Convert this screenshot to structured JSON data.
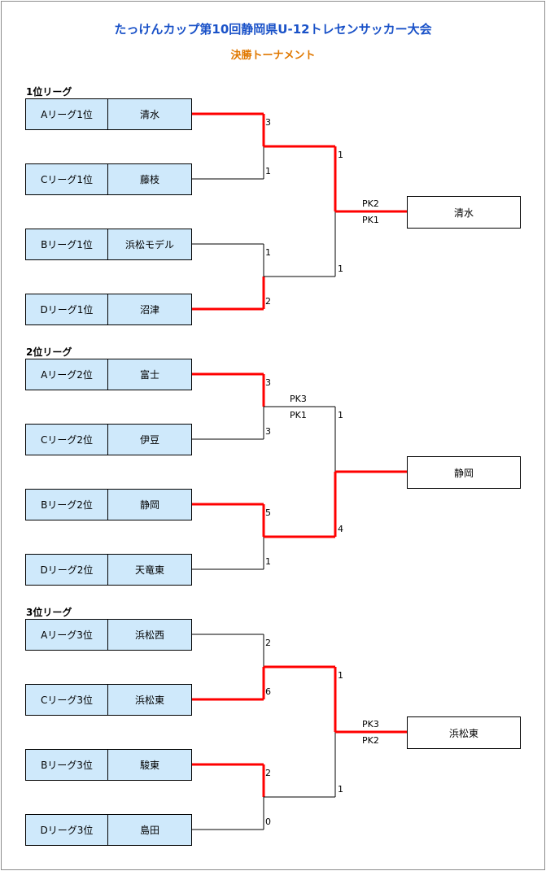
{
  "title": "たっけんカップ第10回静岡県U-12トレセンサッカー大会",
  "subtitle": "決勝トーナメント",
  "groups": [
    {
      "label": "1位リーグ",
      "teams": [
        {
          "seed": "Aリーグ1位",
          "name": "清水",
          "score": "3"
        },
        {
          "seed": "Cリーグ1位",
          "name": "藤枝",
          "score": "1"
        },
        {
          "seed": "Bリーグ1位",
          "name": "浜松モデル",
          "score": "1"
        },
        {
          "seed": "Dリーグ1位",
          "name": "沼津",
          "score": "2"
        }
      ],
      "semi_pk": "",
      "final_scores": [
        "1",
        "1"
      ],
      "final_pk": [
        "PK2",
        "PK1"
      ],
      "winner": "清水"
    },
    {
      "label": "2位リーグ",
      "teams": [
        {
          "seed": "Aリーグ2位",
          "name": "富士",
          "score": "3"
        },
        {
          "seed": "Cリーグ2位",
          "name": "伊豆",
          "score": "3"
        },
        {
          "seed": "Bリーグ2位",
          "name": "静岡",
          "score": "5"
        },
        {
          "seed": "Dリーグ2位",
          "name": "天竜東",
          "score": "1"
        }
      ],
      "semi_pk": [
        "PK3",
        "PK1"
      ],
      "final_scores": [
        "1",
        "4"
      ],
      "final_pk": "",
      "winner": "静岡"
    },
    {
      "label": "3位リーグ",
      "teams": [
        {
          "seed": "Aリーグ3位",
          "name": "浜松西",
          "score": "2"
        },
        {
          "seed": "Cリーグ3位",
          "name": "浜松東",
          "score": "6"
        },
        {
          "seed": "Bリーグ3位",
          "name": "駿東",
          "score": "2"
        },
        {
          "seed": "Dリーグ3位",
          "name": "島田",
          "score": "0"
        }
      ],
      "semi_pk": "",
      "final_scores": [
        "1",
        "1"
      ],
      "final_pk": [
        "PK3",
        "PK2"
      ],
      "winner": "浜松東"
    }
  ],
  "colors": {
    "win_line": "#ff0000",
    "line": "#000000",
    "team_fill": "#cfe9fb",
    "title": "#1a52c8",
    "subtitle": "#e07800"
  }
}
